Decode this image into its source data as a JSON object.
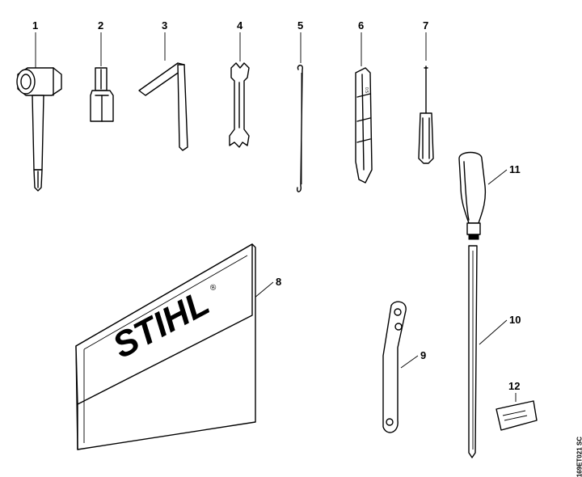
{
  "callouts": {
    "n1": "1",
    "n2": "2",
    "n3": "3",
    "n4": "4",
    "n5": "5",
    "n6": "6",
    "n7": "7",
    "n8": "8",
    "n9": "9",
    "n10": "10",
    "n11": "11",
    "n12": "12"
  },
  "pouch_logo": "STIHL",
  "pouch_logo_mark": "®",
  "reference_code": "169ET021 SC",
  "gauge_stamp": "0.5"
}
